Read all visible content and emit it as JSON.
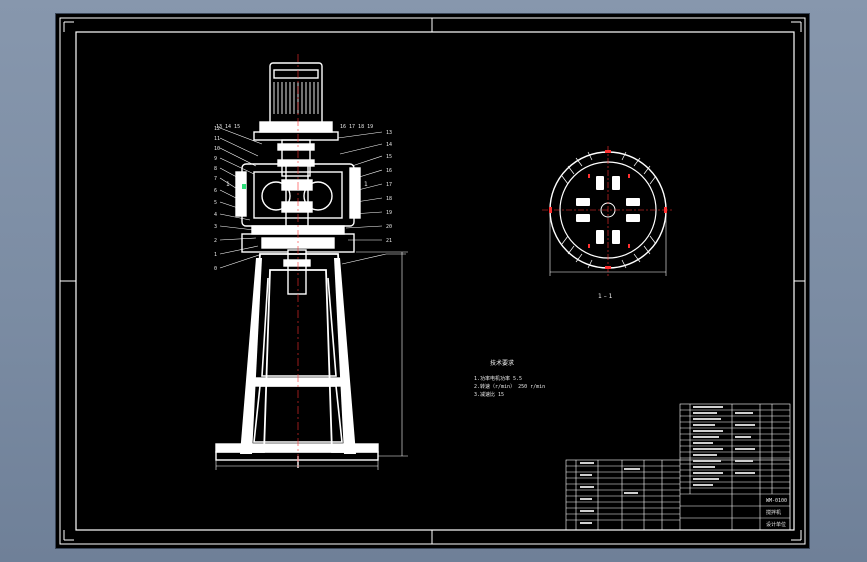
{
  "drawing": {
    "section_label": "1 – 1",
    "tech_title": "技术要求",
    "tech_lines": [
      "1.功率电机功率     5.5",
      "2.转速（r/min）    250 r/min",
      "3.减速比           15"
    ]
  },
  "title_block": {
    "drawing_no": "WM-0100",
    "name": "搅拌机",
    "company": "设计单位"
  },
  "colors": {
    "background": "#000000",
    "lines": "#ffffff",
    "centerline": "#ff3030",
    "accent": "#2fe07a"
  }
}
